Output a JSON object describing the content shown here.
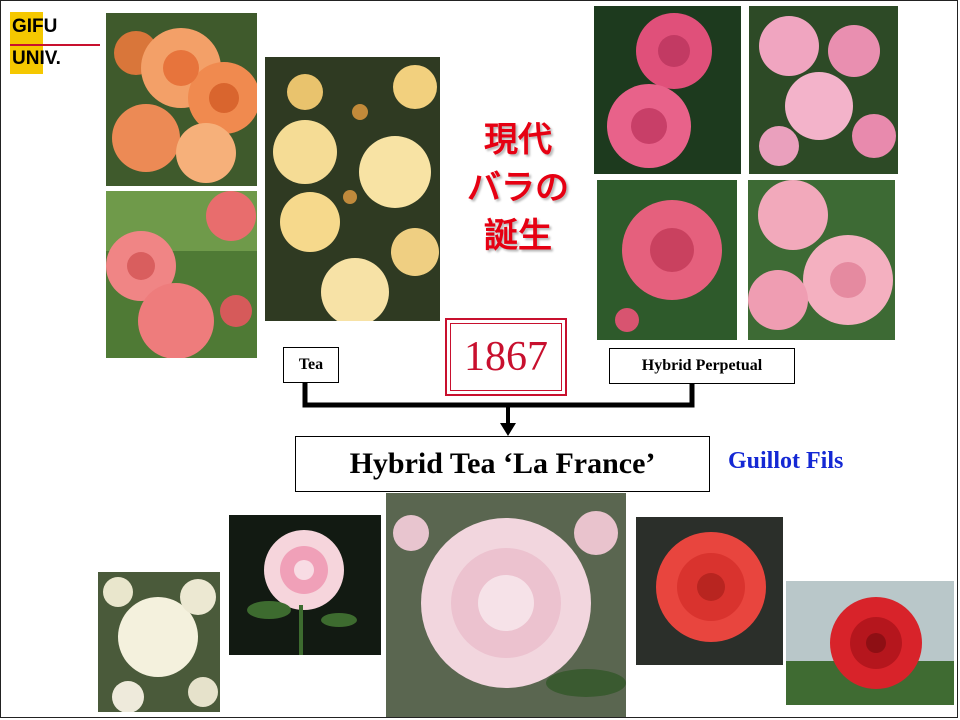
{
  "logo": {
    "line1": "GIFU",
    "line2": "UNIV."
  },
  "title": {
    "line1": "現代",
    "line2": "バラの",
    "line3": "誕生"
  },
  "year": "1867",
  "parents": {
    "left": "Tea",
    "right": "Hybrid Perpetual"
  },
  "offspring": {
    "label": "Hybrid Tea ‘La France’"
  },
  "breeder": "Guillot Fils",
  "colors": {
    "title_red": "#e60012",
    "year_red": "#c8102e",
    "breeder_blue": "#1428d4",
    "logo_yellow": "#f5c800"
  },
  "photos": [
    {
      "name": "orange-rose-photo"
    },
    {
      "name": "coral-rose-photo"
    },
    {
      "name": "yellow-tea-rose-photo"
    },
    {
      "name": "pink-rose-photo-1"
    },
    {
      "name": "pink-rose-photo-2"
    },
    {
      "name": "pink-rose-photo-3"
    },
    {
      "name": "pink-rose-photo-4"
    },
    {
      "name": "white-rose-photo"
    },
    {
      "name": "bicolor-pink-rose-photo"
    },
    {
      "name": "la-france-rose-photo"
    },
    {
      "name": "red-rose-photo-1"
    },
    {
      "name": "red-rose-photo-2"
    }
  ]
}
